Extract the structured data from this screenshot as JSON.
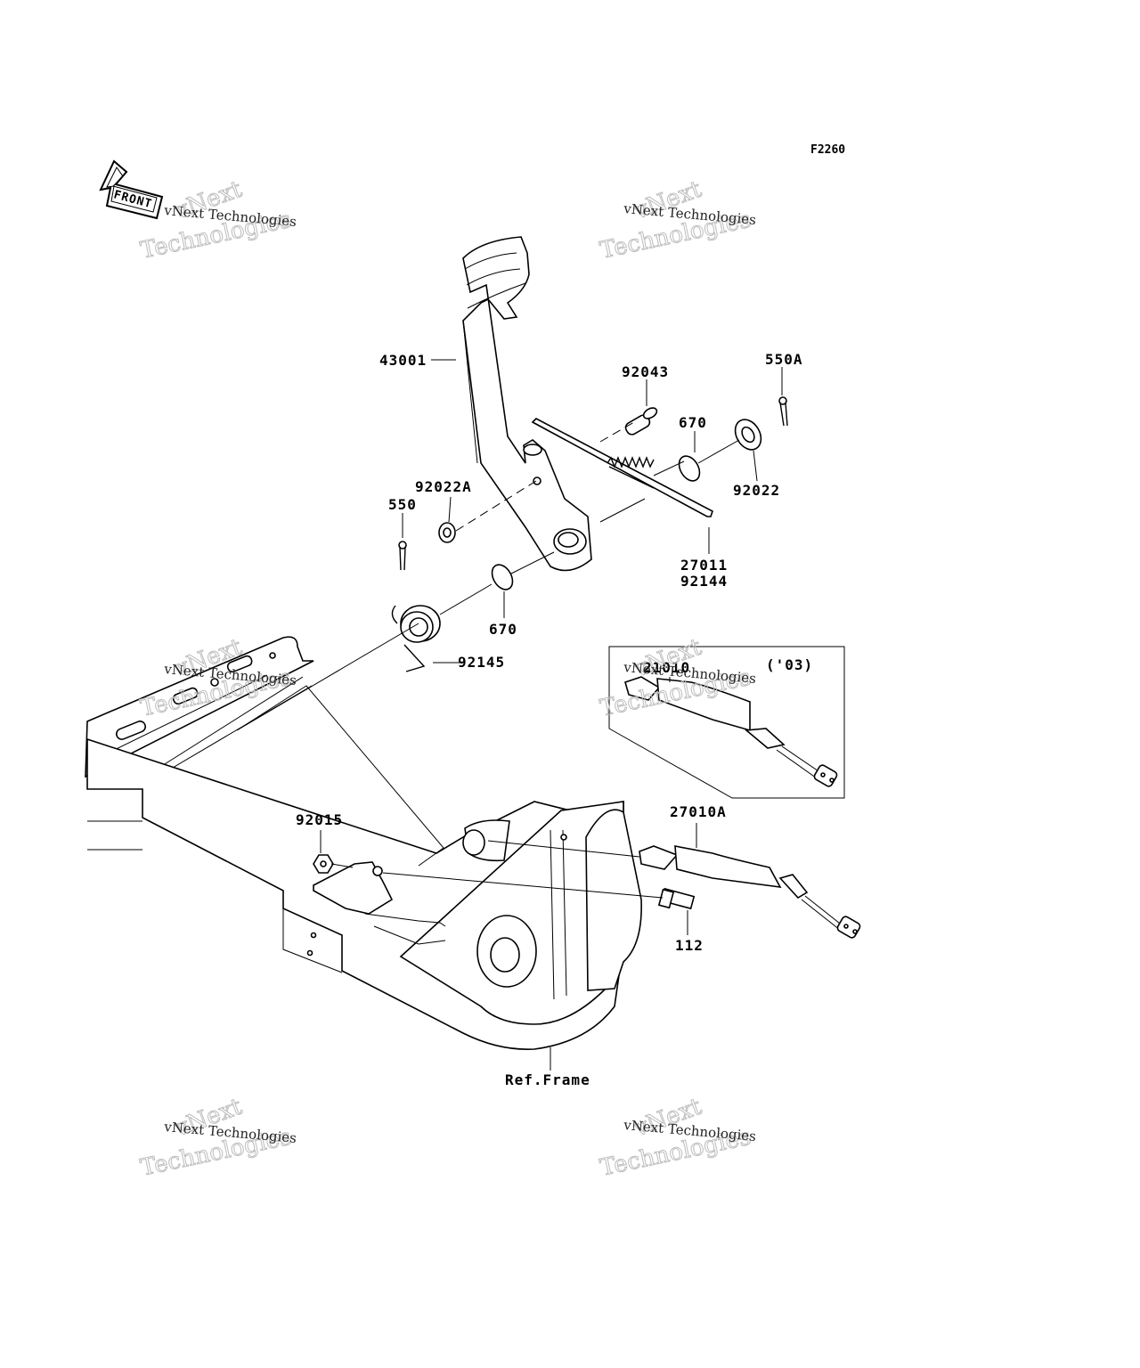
{
  "diagram": {
    "code": "F2260",
    "front_label": "FRONT",
    "variant_note": "('03)",
    "labels": {
      "p43001": "43001",
      "p92043": "92043",
      "p550A": "550A",
      "p670_top": "670",
      "p92022": "92022",
      "p92022A": "92022A",
      "p550": "550",
      "p27011": "27011",
      "p92144": "92144",
      "p670_bottom": "670",
      "p92145": "92145",
      "p21010": "21010",
      "p27010A": "27010A",
      "p92015": "92015",
      "p112": "112",
      "ref_frame": "Ref.Frame"
    }
  },
  "watermark": {
    "small_text": "vNext Technologies",
    "line1": "vNext",
    "line2": "Technologies"
  }
}
